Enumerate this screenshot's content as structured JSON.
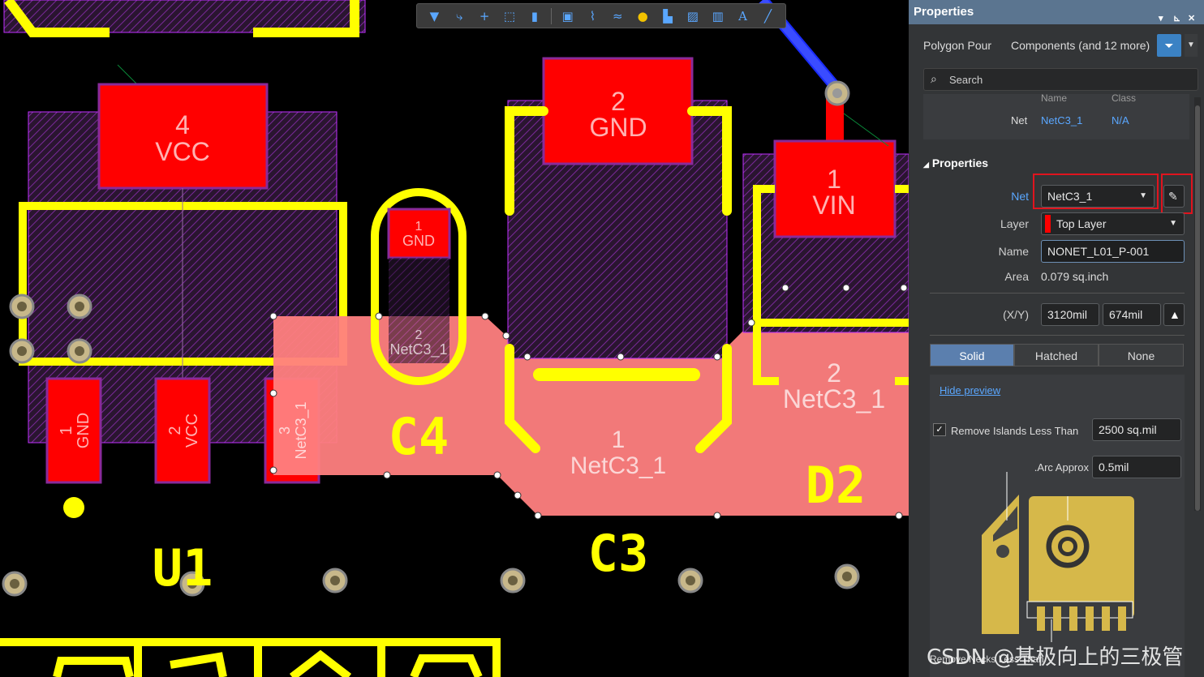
{
  "canvas": {
    "components": {
      "u1_pad4": {
        "num": "4",
        "net": "VCC"
      },
      "u1_pad1": {
        "num": "1",
        "net": "GND"
      },
      "u1_pad2": {
        "num": "2",
        "net": "VCC"
      },
      "u1_pad3": {
        "num": "3",
        "net": "NetC3_1"
      },
      "c4_pad1": {
        "num": "1",
        "net": "GND"
      },
      "c4_pad2": {
        "num": "2",
        "net": "NetC3_1"
      },
      "c3_pad2": {
        "num": "2",
        "net": "GND"
      },
      "c3_pad1": {
        "num": "1",
        "net": "NetC3_1"
      },
      "d2_pad1": {
        "num": "1",
        "net": "VIN"
      },
      "d2_pad2": {
        "num": "2",
        "net": "NetC3_1"
      }
    },
    "designators": {
      "u1": "U1",
      "c4": "C4",
      "c3": "C3",
      "d2": "D2"
    },
    "colors": {
      "copper": "#ff0000",
      "silk": "#ffff00",
      "polygon": "#ff8080",
      "overlay": "#ff00ff",
      "trace": "#0000ff"
    }
  },
  "toolbar": {
    "icons": [
      "filter-icon",
      "route-icon",
      "crosshair-icon",
      "select-rect-icon",
      "align-icon",
      "component-icon",
      "connect-icon",
      "diff-pair-icon",
      "pad-icon",
      "polygon-icon",
      "dimension-icon",
      "graph-icon",
      "text-icon",
      "line-icon"
    ]
  },
  "panel": {
    "title": "Properties",
    "title_controls": [
      "▾",
      "⊾",
      "✕"
    ],
    "object_type": "Polygon Pour",
    "scope": "Components (and 12 more)",
    "search_placeholder": "Search",
    "net_table": {
      "headers": [
        "Name",
        "Class"
      ],
      "row_label": "Net",
      "name": "NetC3_1",
      "class": "N/A"
    },
    "section_title": "Properties",
    "net_label": "Net",
    "net_value": "NetC3_1",
    "layer_label": "Layer",
    "layer_value": "Top Layer",
    "layer_color": "#ff0000",
    "name_label": "Name",
    "name_value": "NONET_L01_P-001",
    "area_label": "Area",
    "area_value": "0.079 sq.inch",
    "xy_label": "(X/Y)",
    "x_value": "3120mil",
    "y_value": "674mil",
    "fill_modes": [
      "Solid",
      "Hatched",
      "None"
    ],
    "fill_mode_selected": "Solid",
    "hide_preview": "Hide preview",
    "remove_islands_label": "Remove Islands Less Than",
    "remove_islands_checked": true,
    "remove_islands_value": "2500 sq.mil",
    "arc_approx_label": "Arc Approx.",
    "arc_approx_value": "0.5mil",
    "remove_necks_label": "Remove Necks Less Than",
    "accent": "#5aa7ff"
  },
  "watermark": "CSDN @基极向上的三极管"
}
